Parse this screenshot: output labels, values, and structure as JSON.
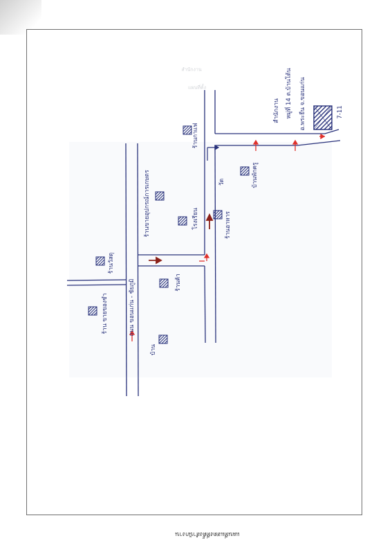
{
  "labels": {
    "road_main": "ถนน ขอนแก่น - ชัยภูมิ",
    "shop_left_upper": "ร้านวัสดุ",
    "shop_left_bottom": "ร้าน ขายของชำ",
    "house_left": "บ้าน",
    "shop_mid_upper": "ร้านขายอุปกรณ์การเกษตร",
    "shop_mid_lower": "ร้านค้า",
    "school": "โรงเรียน",
    "shop_center": "ร้านอาหาร",
    "temple": "วัด",
    "shop_top": "ร้านกาแฟ",
    "house_right": "บ้านพักครู",
    "office_line1": "สำนักงาน",
    "office_line2": "หมู่ที่ 14 ต.บ้านโต้น",
    "office_line3": "อ.พระยืน จ.ขอนแก่น",
    "store_label": "7-11",
    "ghost1": "สำนักงาน",
    "ghost2": "แผนที่ตั้ง"
  },
  "footer": {
    "caption": "แผนที่แสดงที่ตั้งสำนักงาน"
  },
  "colors": {
    "ink": "#27307a",
    "arrow": "#e0302a",
    "frame": "#6f6f6f"
  },
  "icons": [
    "building-icon",
    "arrow-icon"
  ]
}
